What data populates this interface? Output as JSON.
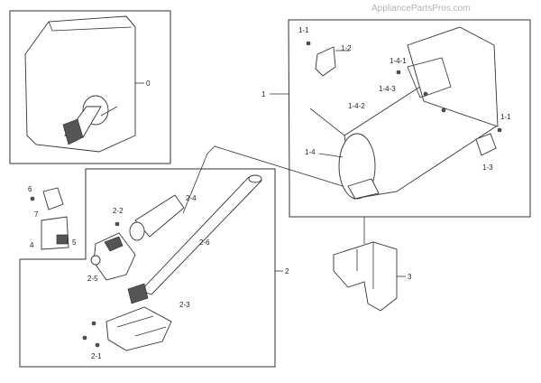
{
  "watermark": "AppliancePartsPros.com",
  "labels": {
    "l0": "0",
    "l1": "1",
    "l1_1a": "1-1",
    "l1_2": "1-2",
    "l1_4_1": "1-4-1",
    "l1_4_3": "1-4-3",
    "l1_4_2": "1-4-2",
    "l1_1b": "1-1",
    "l1_4": "1-4",
    "l1_3": "1-3",
    "l2": "2",
    "l2_2": "2-2",
    "l2_4": "2-4",
    "l2_6": "2-6",
    "l2_5": "2-5",
    "l2_3": "2-3",
    "l2_1": "2-1",
    "l3": "3",
    "l4": "4",
    "l5": "5",
    "l6": "6",
    "l7": "7"
  }
}
